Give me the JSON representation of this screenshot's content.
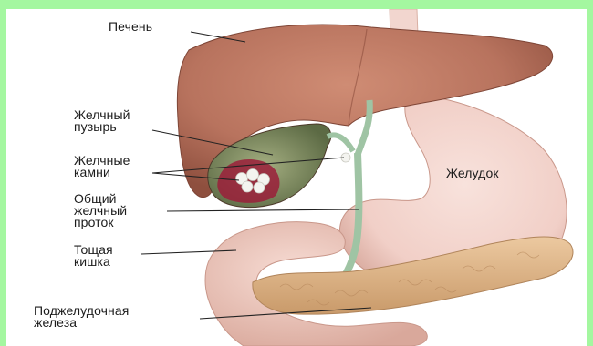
{
  "labels": {
    "liver": "Печень",
    "gallbladder": "Желчный\nпузырь",
    "gallstones": "Желчные\nкамни",
    "common_bile_duct": "Общий\nжелчный\nпроток",
    "jejunum": "Тощая\nкишка",
    "pancreas": "Поджелудочная\nжелеза",
    "stomach": "Желудок"
  },
  "colors": {
    "frame": "#a4f7a0",
    "liver": "#b8735e",
    "gallbladder": "#7a8a5c",
    "bile_duct": "#9fc4a4",
    "stomach": "#f1cfc7",
    "intestine": "#ecc6bd",
    "pancreas": "#e0b98d",
    "stones": "#f4f4f0"
  }
}
